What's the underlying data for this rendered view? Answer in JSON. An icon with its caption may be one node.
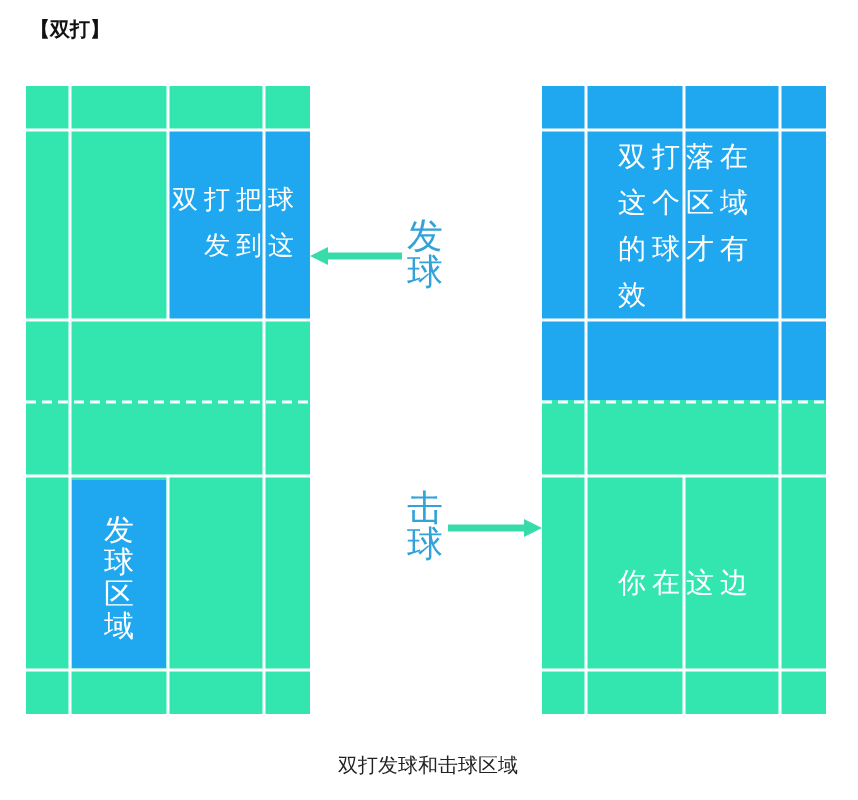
{
  "diagram": {
    "title": "【双打】",
    "caption": "双打发球和击球区域",
    "nodes": [
      {
        "text": [],
        "shape": "box"
      },
      {
        "text": [
          "双打把球发到这"
        ],
        "in": 0
      },
      {
        "text": [
          "发球区域"
        ],
        "in": 0
      },
      {
        "text": [
          "发球"
        ]
      },
      {
        "text": [
          "击球"
        ]
      },
      {
        "text": [],
        "shape": "box"
      },
      {
        "text": [
          "双打落在这个区域的球才有效"
        ],
        "in": 5
      },
      {
        "text": [
          "你在这边"
        ],
        "in": 5
      }
    ],
    "edges": [
      {
        "from": 3,
        "to": 1,
        "arrow": "to"
      },
      {
        "from": 4,
        "to": 7,
        "arrow": "to"
      }
    ]
  }
}
